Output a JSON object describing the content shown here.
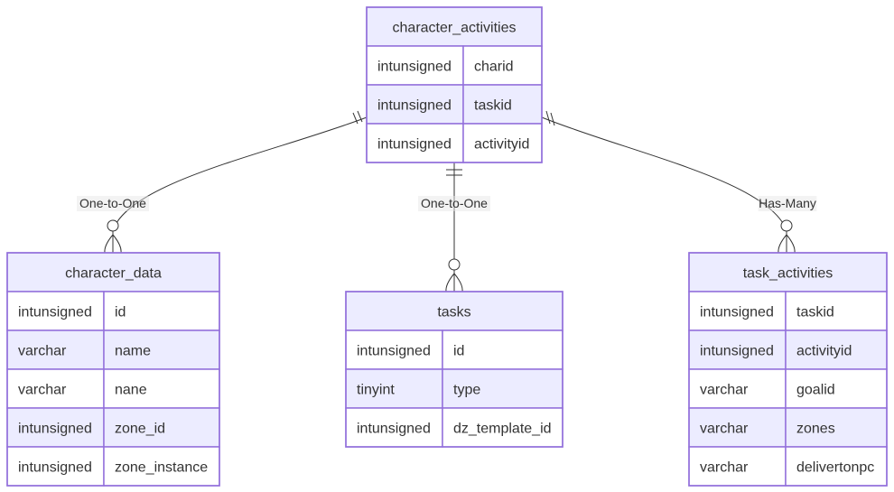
{
  "diagram": {
    "entities": [
      {
        "id": "character_activities",
        "title": "character_activities",
        "attributes": [
          {
            "type": "intunsigned",
            "name": "charid"
          },
          {
            "type": "intunsigned",
            "name": "taskid"
          },
          {
            "type": "intunsigned",
            "name": "activityid"
          }
        ]
      },
      {
        "id": "character_data",
        "title": "character_data",
        "attributes": [
          {
            "type": "intunsigned",
            "name": "id"
          },
          {
            "type": "varchar",
            "name": "name"
          },
          {
            "type": "varchar",
            "name": "nane"
          },
          {
            "type": "intunsigned",
            "name": "zone_id"
          },
          {
            "type": "intunsigned",
            "name": "zone_instance"
          }
        ]
      },
      {
        "id": "tasks",
        "title": "tasks",
        "attributes": [
          {
            "type": "intunsigned",
            "name": "id"
          },
          {
            "type": "tinyint",
            "name": "type"
          },
          {
            "type": "intunsigned",
            "name": "dz_template_id"
          }
        ]
      },
      {
        "id": "task_activities",
        "title": "task_activities",
        "attributes": [
          {
            "type": "intunsigned",
            "name": "taskid"
          },
          {
            "type": "intunsigned",
            "name": "activityid"
          },
          {
            "type": "varchar",
            "name": "goalid"
          },
          {
            "type": "varchar",
            "name": "zones"
          },
          {
            "type": "varchar",
            "name": "delivertonpc"
          }
        ]
      }
    ],
    "relationships": [
      {
        "from": "character_activities",
        "to": "character_data",
        "label": "One-to-One",
        "from_cardinality": "exactly-one",
        "to_cardinality": "zero-or-more"
      },
      {
        "from": "character_activities",
        "to": "tasks",
        "label": "One-to-One",
        "from_cardinality": "exactly-one",
        "to_cardinality": "zero-or-more"
      },
      {
        "from": "character_activities",
        "to": "task_activities",
        "label": "Has-Many",
        "from_cardinality": "exactly-one",
        "to_cardinality": "zero-or-more"
      }
    ],
    "colors": {
      "border": "#9370db",
      "header_fill": "#ececff",
      "row_odd_fill": "#ffffff",
      "row_even_fill": "#ececff",
      "line": "#333333",
      "text": "#333333"
    }
  }
}
